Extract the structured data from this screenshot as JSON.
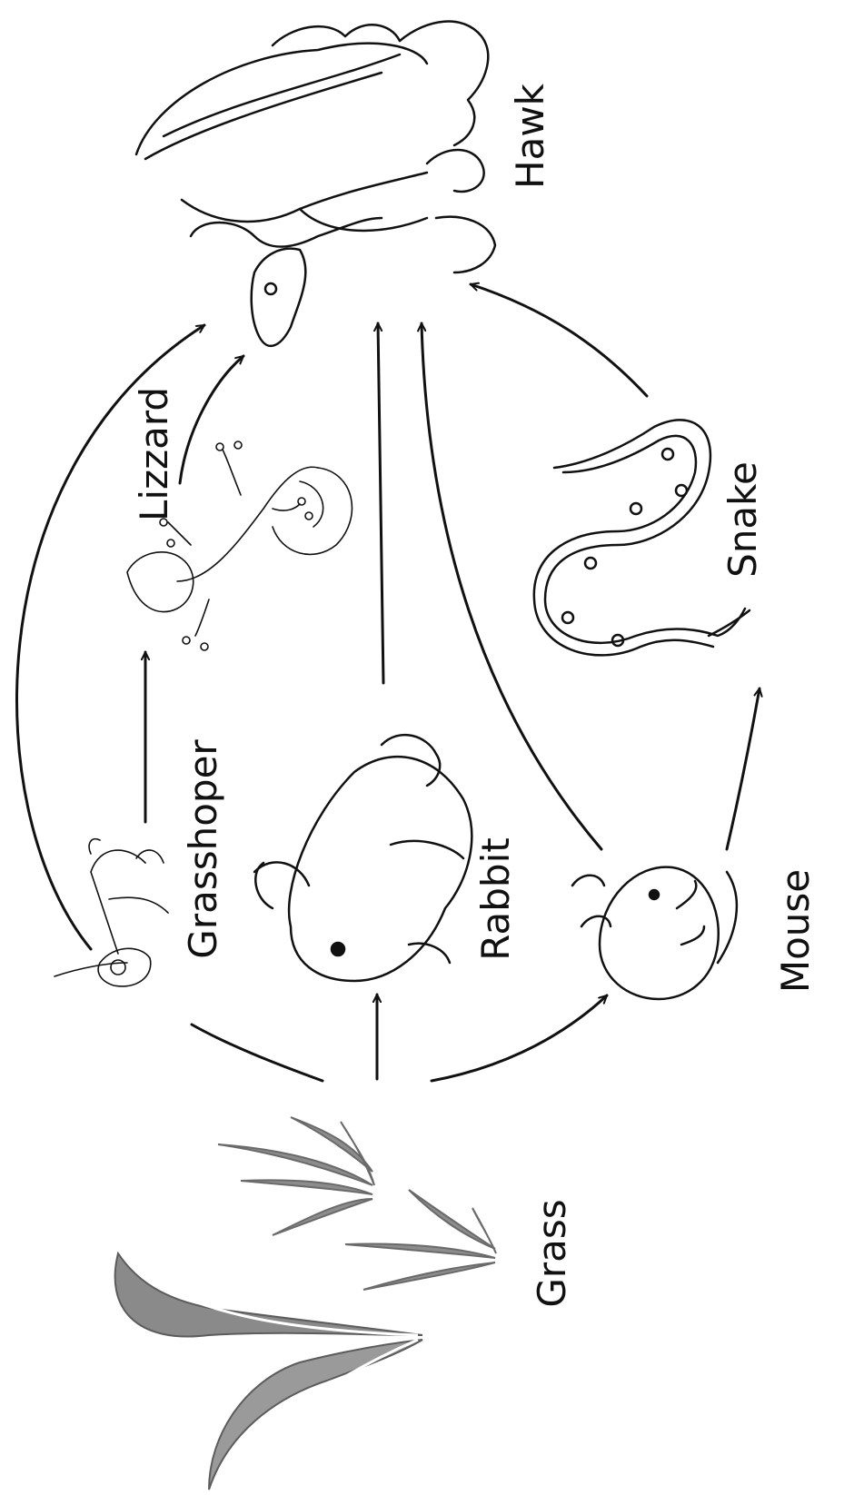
{
  "diagram": {
    "type": "food-web",
    "labels": {
      "hawk": "Hawk",
      "lizzard": "Lizzard",
      "snake": "Snake",
      "grasshoper": "Grasshoper",
      "rabbit": "Rabbit",
      "mouse": "Mouse",
      "grass": "Grass"
    },
    "links": [
      {
        "from": "Grass",
        "to": "Grasshoper"
      },
      {
        "from": "Grass",
        "to": "Rabbit"
      },
      {
        "from": "Grass",
        "to": "Mouse"
      },
      {
        "from": "Grasshoper",
        "to": "Lizzard"
      },
      {
        "from": "Grasshoper",
        "to": "Hawk"
      },
      {
        "from": "Lizzard",
        "to": "Hawk"
      },
      {
        "from": "Rabbit",
        "to": "Hawk"
      },
      {
        "from": "Mouse",
        "to": "Hawk"
      },
      {
        "from": "Mouse",
        "to": "Snake"
      },
      {
        "from": "Snake",
        "to": "Hawk"
      }
    ],
    "colors": {
      "line": "#111111",
      "grass": "#8c8c8c"
    }
  }
}
